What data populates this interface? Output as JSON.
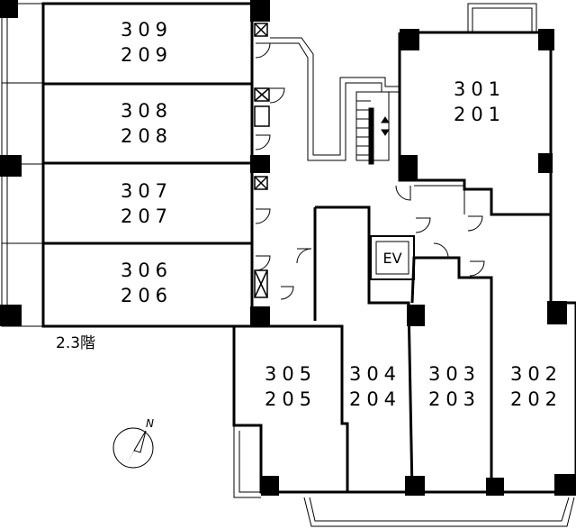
{
  "floor_label": "2.3階",
  "elevator_label": "EV",
  "north_label": "N",
  "units": [
    {
      "id": "u309",
      "upper": "309",
      "lower": "209"
    },
    {
      "id": "u308",
      "upper": "308",
      "lower": "208"
    },
    {
      "id": "u307",
      "upper": "307",
      "lower": "207"
    },
    {
      "id": "u306",
      "upper": "306",
      "lower": "206"
    },
    {
      "id": "u301",
      "upper": "301",
      "lower": "201"
    },
    {
      "id": "u305",
      "upper": "305",
      "lower": "205"
    },
    {
      "id": "u304",
      "upper": "304",
      "lower": "204"
    },
    {
      "id": "u303",
      "upper": "303",
      "lower": "203"
    },
    {
      "id": "u302",
      "upper": "302",
      "lower": "202"
    }
  ]
}
